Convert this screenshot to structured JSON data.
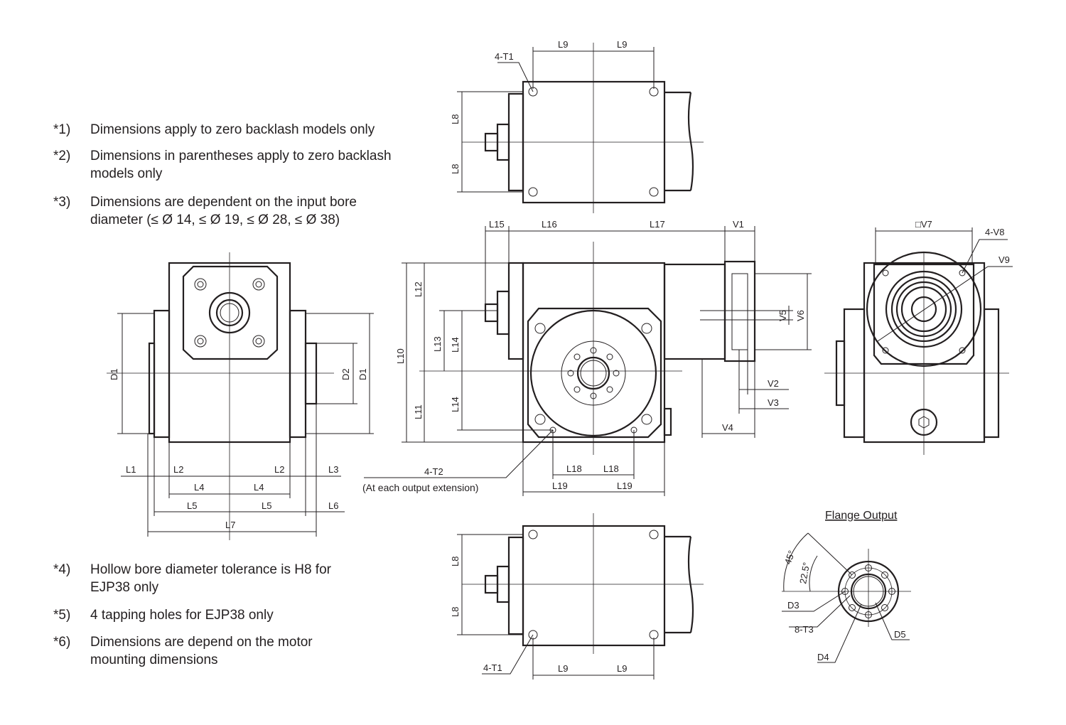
{
  "notes": [
    {
      "id": "*1)",
      "text": "Dimensions apply to zero backlash models only"
    },
    {
      "id": "*2)",
      "text": "Dimensions in parentheses apply to zero backlash models only"
    },
    {
      "id": "*3)",
      "text": "Dimensions  are dependent on the input bore diameter (≤ Ø 14, ≤ Ø 19, ≤ Ø 28, ≤ Ø 38)"
    },
    {
      "id": "*4)",
      "text": "Hollow bore diameter tolerance is H8 for EJP38 only"
    },
    {
      "id": "*5)",
      "text": "4 tapping holes for EJP38 only"
    },
    {
      "id": "*6)",
      "text": "Dimensions are depend on the motor mounting dimensions"
    }
  ],
  "labels": {
    "L1": "L1",
    "L2": "L2",
    "L3": "L3",
    "L4": "L4",
    "L5": "L5",
    "L6": "L6",
    "L7": "L7",
    "L8": "L8",
    "L9": "L9",
    "L10": "L10",
    "L11": "L11",
    "L12": "L12",
    "L13": "L13",
    "L14": "L14",
    "L15": "L15",
    "L16": "L16",
    "L17": "L17",
    "L18": "L18",
    "L19": "L19",
    "D1": "D1",
    "D2": "D2",
    "D3": "D3",
    "D4": "D4",
    "D5": "D5",
    "V1": "V1",
    "V2": "V2",
    "V3": "V3",
    "V4": "V4",
    "V5": "V5",
    "V6": "V6",
    "V7": "□V7",
    "V8": "4-V8",
    "V9": "V9",
    "T1": "4-T1",
    "T2": "4-T2",
    "T2_note": "(At each output extension)",
    "T3": "8-T3",
    "angle45": "45°",
    "angle22": "22.5°"
  },
  "flange_title": "Flange Output"
}
